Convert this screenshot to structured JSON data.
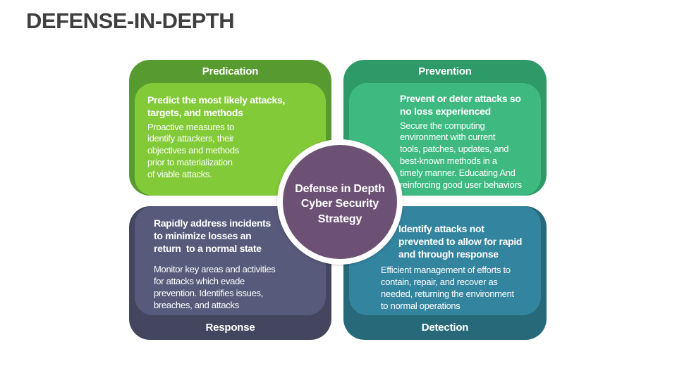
{
  "slide": {
    "title": "DEFENSE-IN-DEPTH",
    "title_color": "#3f3f3f",
    "background": "#ffffff"
  },
  "center": {
    "label": "Defense in Depth\nCyber Security\nStrategy",
    "fill": "#6d5175",
    "ring": "#ffffff"
  },
  "quadrants": [
    {
      "id": "predication",
      "label": "Predication",
      "label_position": "top",
      "outer_color": "#579b30",
      "inner_color": "#82ca38",
      "heading": "Predict the most likely attacks,\ntargets, and methods",
      "body": "Proactive measures to\nidentify attackers, their\nobjectives and methods\nprior to materialization\nof viable attacks."
    },
    {
      "id": "prevention",
      "label": "Prevention",
      "label_position": "top",
      "outer_color": "#2e9a67",
      "inner_color": "#3eba81",
      "heading": "Prevent or deter attacks so\nno loss experienced",
      "body": "Secure the computing\nenvironment with current\ntools, patches, updates, and\nbest-known methods in a\ntimely manner. Educating And\nreinforcing good user behaviors"
    },
    {
      "id": "response",
      "label": "Response",
      "label_position": "bottom",
      "outer_color": "#43465e",
      "inner_color": "#575a7a",
      "heading": "Rapidly address incidents\nto minimize losses an\nreturn  to a normal state",
      "body": "Monitor key areas and activities\nfor attacks which evade\nprevention. Identifies issues,\nbreaches, and attacks"
    },
    {
      "id": "detection",
      "label": "Detection",
      "label_position": "bottom",
      "outer_color": "#276879",
      "inner_color": "#33849f",
      "heading": "Identify attacks not\nprevented to allow for rapid\nand through response",
      "body": "Efficient management of efforts to\ncontain, repair, and recover as\nneeded, returning the environment\nto normal operations"
    }
  ]
}
